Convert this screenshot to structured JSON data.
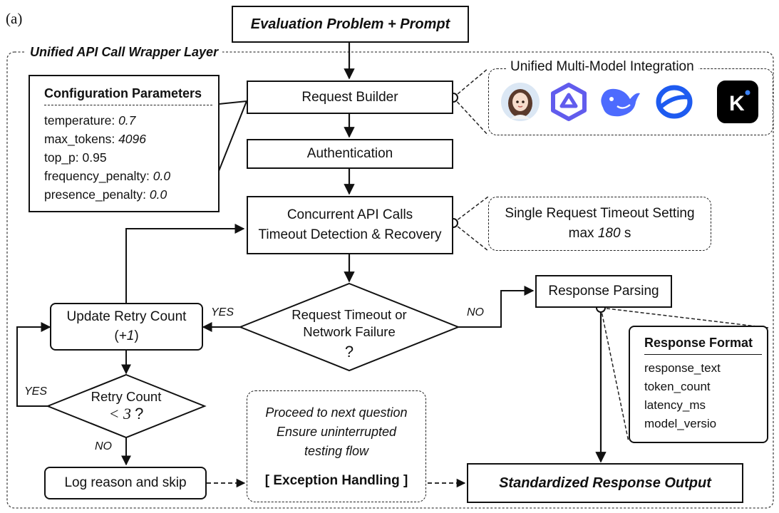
{
  "panel_label": "(a)",
  "top_node": "Evaluation Problem + Prompt",
  "wrapper_label": "Unified API Call Wrapper Layer",
  "request_builder": "Request Builder",
  "authentication": "Authentication",
  "concurrent": {
    "line1": "Concurrent API Calls",
    "line2": "Timeout Detection & Recovery"
  },
  "config": {
    "title": "Configuration Parameters",
    "params": [
      {
        "key": "temperature: ",
        "val": "0.7",
        "val_italic": true
      },
      {
        "key": "max_tokens: ",
        "val": "4096",
        "val_italic": true
      },
      {
        "key": "top_p: ",
        "val": "0.95",
        "val_italic": false
      },
      {
        "key": "frequency_penalty: ",
        "val": "0.0",
        "val_italic": true
      },
      {
        "key": "presence_penalty: ",
        "val": "0.0",
        "val_italic": true
      }
    ]
  },
  "integration": {
    "title": "Unified Multi-Model Integration",
    "icons": [
      "avatar-icon",
      "qwen-logo-icon",
      "deepseek-whale-icon",
      "doubao-ring-icon",
      "kimi-k-icon"
    ]
  },
  "timeout_setting": {
    "line1": "Single Request Timeout Setting",
    "prefix": "max ",
    "value": "180",
    "unit": " s"
  },
  "decision1": {
    "line1": "Request Timeout or",
    "line2": "Network Failure",
    "mark": "?"
  },
  "yes_label": "YES",
  "no_label": "NO",
  "update_retry": {
    "line1": "Update Retry Count",
    "open": "(",
    "inc": "+1",
    "close": ")"
  },
  "decision2": {
    "line1": "Retry Count",
    "cond": "< 3",
    "mark": "?"
  },
  "log_skip": "Log reason and skip",
  "exception": {
    "line1": "Proceed to next question",
    "line2": "Ensure uninterrupted",
    "line3": "testing flow",
    "title": "[ Exception Handling ]"
  },
  "response_parsing": "Response Parsing",
  "response_format": {
    "title": "Response Format",
    "fields": [
      "response_text",
      "token_count",
      "latency_ms",
      "model_versio"
    ]
  },
  "output": "Standardized Response Output",
  "colors": {
    "line": "#111111",
    "deepseek": "#4d6bfe",
    "qwen": "#615ced",
    "doubao": "#1e5bf0",
    "kimi": "#000000"
  }
}
